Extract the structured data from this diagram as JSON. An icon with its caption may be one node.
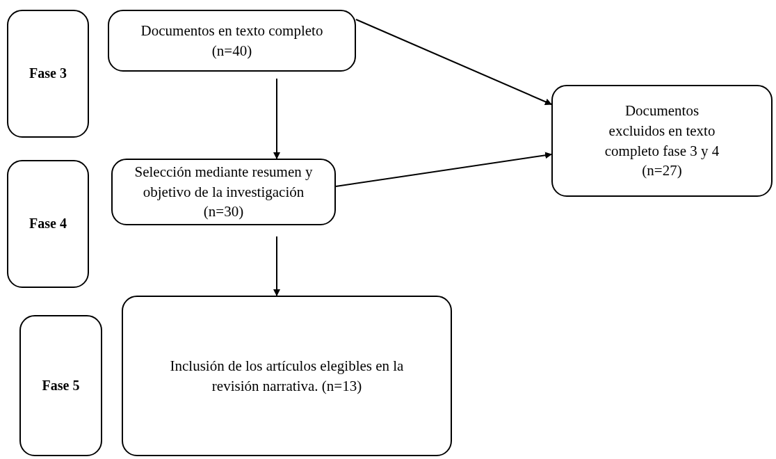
{
  "diagram": {
    "nodes": [
      {
        "text": [
          "Fase 3"
        ]
      },
      {
        "text": [
          "Documentos en texto completo (n=40)"
        ]
      },
      {
        "text": [
          "Documentos excluidos en texto completo fase 3 y 4 (n=27)"
        ]
      },
      {
        "text": [
          "Fase 4"
        ]
      },
      {
        "text": [
          "Selección mediante resumen y objetivo de la investigación (n=30)"
        ]
      },
      {
        "text": [
          "Fase 5"
        ]
      },
      {
        "text": [
          "Inclusión de los artículos elegibles en la revisión narrativa. (n=13)"
        ]
      }
    ],
    "edges": [
      {
        "from": 1,
        "to": 4,
        "arrow": "to"
      },
      {
        "from": 1,
        "to": 2,
        "arrow": "to"
      },
      {
        "from": 4,
        "to": 2,
        "arrow": "to"
      },
      {
        "from": 4,
        "to": 6,
        "arrow": "to"
      }
    ]
  }
}
